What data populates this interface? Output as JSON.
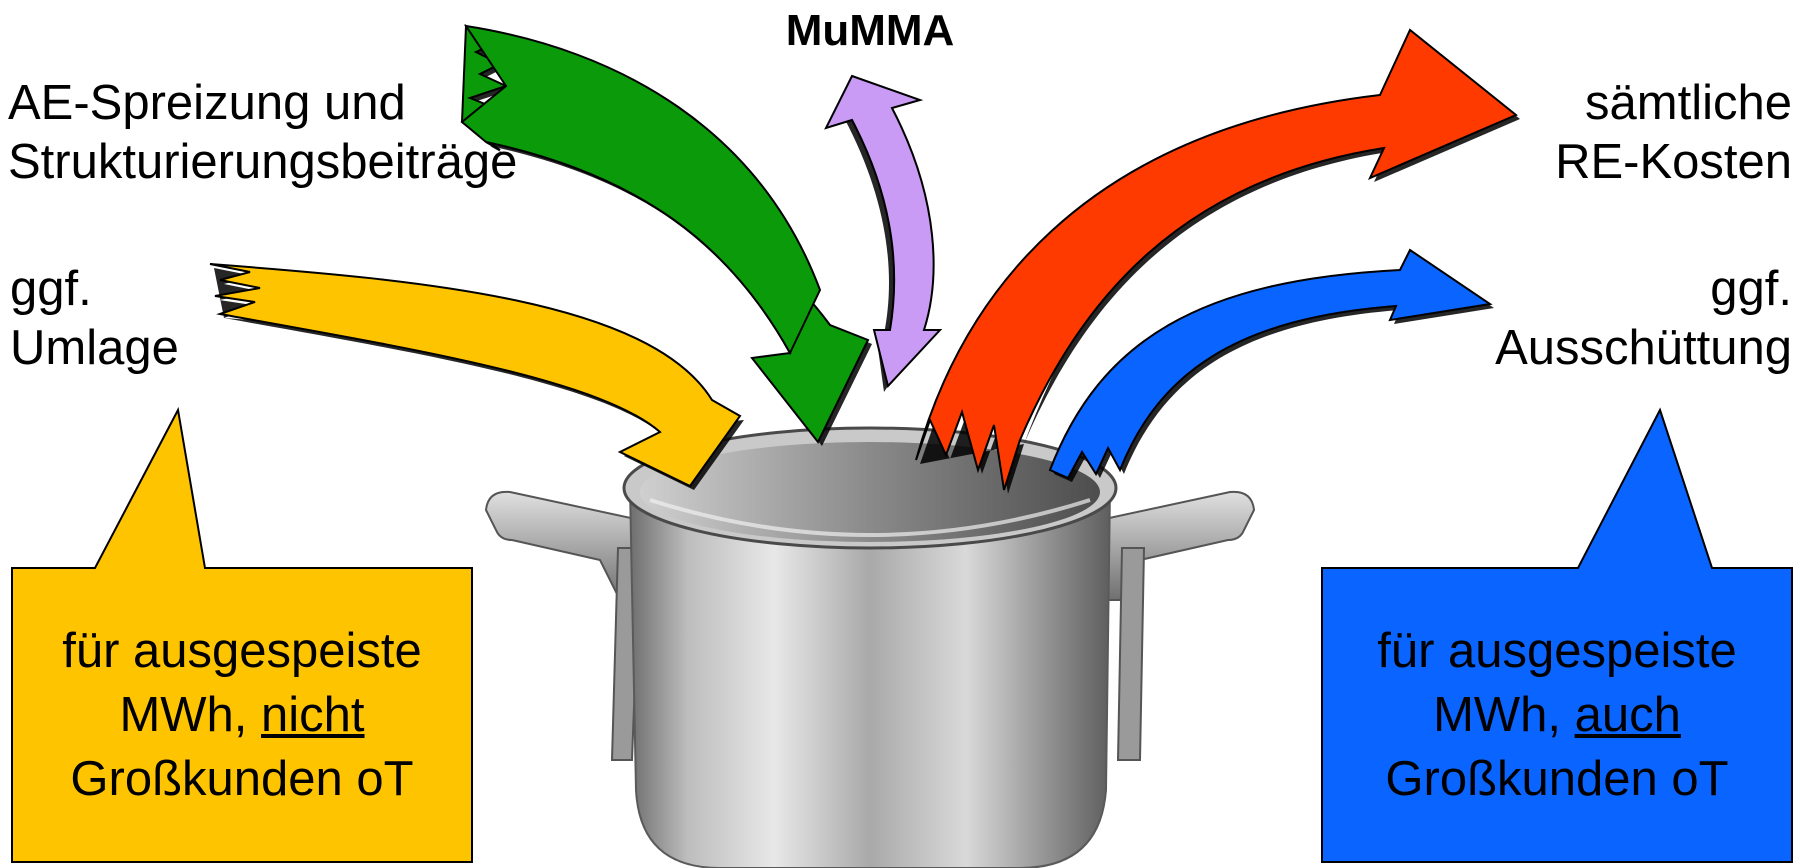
{
  "title": "MuMMA",
  "labels": {
    "top_left": [
      "AE-Spreizung und",
      "Strukturierungsbeiträge"
    ],
    "mid_left": [
      "ggf.",
      "Umlage"
    ],
    "top_right": [
      "sämtliche",
      "RE-Kosten"
    ],
    "mid_right": [
      "ggf.",
      "Ausschüttung"
    ]
  },
  "callouts": {
    "left": {
      "line1": "für ausgespeiste",
      "line2_pre": "MWh, ",
      "line2_emph": "nicht",
      "line3": "Großkunden oT",
      "color": "#FFC400"
    },
    "right": {
      "line1": "für ausgespeiste",
      "line2_pre": "MWh, ",
      "line2_emph": "auch",
      "line3": "Großkunden oT",
      "color": "#0A64FF"
    }
  },
  "arrows": [
    {
      "name": "green-inflow-arrow",
      "color": "#0A9A0A"
    },
    {
      "name": "yellow-inflow-arrow",
      "color": "#FFC400"
    },
    {
      "name": "purple-double-arrow",
      "color": "#C99BF5"
    },
    {
      "name": "red-outflow-arrow",
      "color": "#FF3A00"
    },
    {
      "name": "blue-outflow-arrow",
      "color": "#0A64FF"
    }
  ]
}
